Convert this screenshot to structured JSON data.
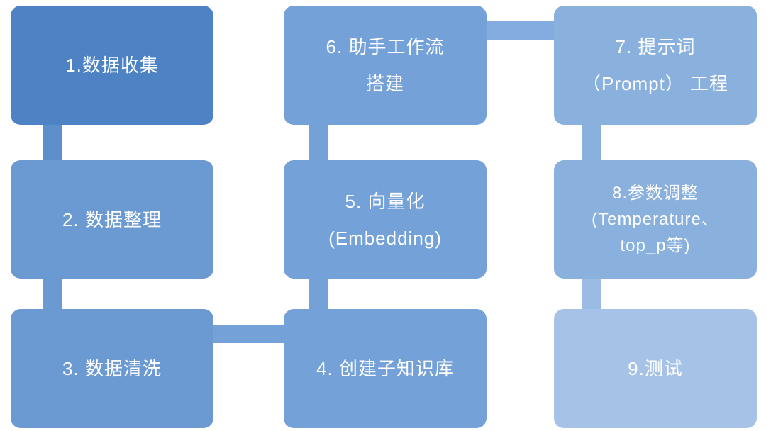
{
  "diagram": {
    "title": "knowledge-base-assistant-build-workflow",
    "boxes": [
      {
        "id": "1",
        "lines": [
          "1.数据收集"
        ],
        "color": "#4d82c4"
      },
      {
        "id": "2",
        "lines": [
          "2. 数据整理"
        ],
        "color": "#6b9ad2"
      },
      {
        "id": "3",
        "lines": [
          "3. 数据清洗"
        ],
        "color": "#6b9ad2"
      },
      {
        "id": "4",
        "lines": [
          "4. 创建子知识库"
        ],
        "color": "#74a1d8"
      },
      {
        "id": "5",
        "lines": [
          "5. 向量化",
          "(Embedding)"
        ],
        "color": "#74a1d8"
      },
      {
        "id": "6",
        "lines": [
          "6. 助手工作流",
          "搭建"
        ],
        "color": "#74a1d8"
      },
      {
        "id": "7",
        "lines": [
          "7. 提示词",
          "（Prompt） 工程"
        ],
        "color": "#8ab1de"
      },
      {
        "id": "8",
        "lines": [
          "8.参数调整",
          "(Temperature、",
          "top_p等)"
        ],
        "color": "#8ab1de"
      },
      {
        "id": "9",
        "lines": [
          "9.测试"
        ],
        "color": "#a6c3e7"
      }
    ],
    "connectors": [
      {
        "from": "1",
        "to": "2",
        "orientation": "vertical",
        "color": "#5d90cb"
      },
      {
        "from": "2",
        "to": "3",
        "orientation": "vertical",
        "color": "#6b9ad2"
      },
      {
        "from": "3",
        "to": "4",
        "orientation": "horizontal",
        "color": "#74a1d8"
      },
      {
        "from": "4",
        "to": "5",
        "orientation": "vertical",
        "color": "#74a1d8"
      },
      {
        "from": "5",
        "to": "6",
        "orientation": "vertical",
        "color": "#74a1d8"
      },
      {
        "from": "6",
        "to": "7",
        "orientation": "horizontal",
        "color": "#84ace0"
      },
      {
        "from": "7",
        "to": "8",
        "orientation": "vertical",
        "color": "#8ab1de"
      },
      {
        "from": "8",
        "to": "9",
        "orientation": "vertical",
        "color": "#9abce4"
      }
    ]
  }
}
